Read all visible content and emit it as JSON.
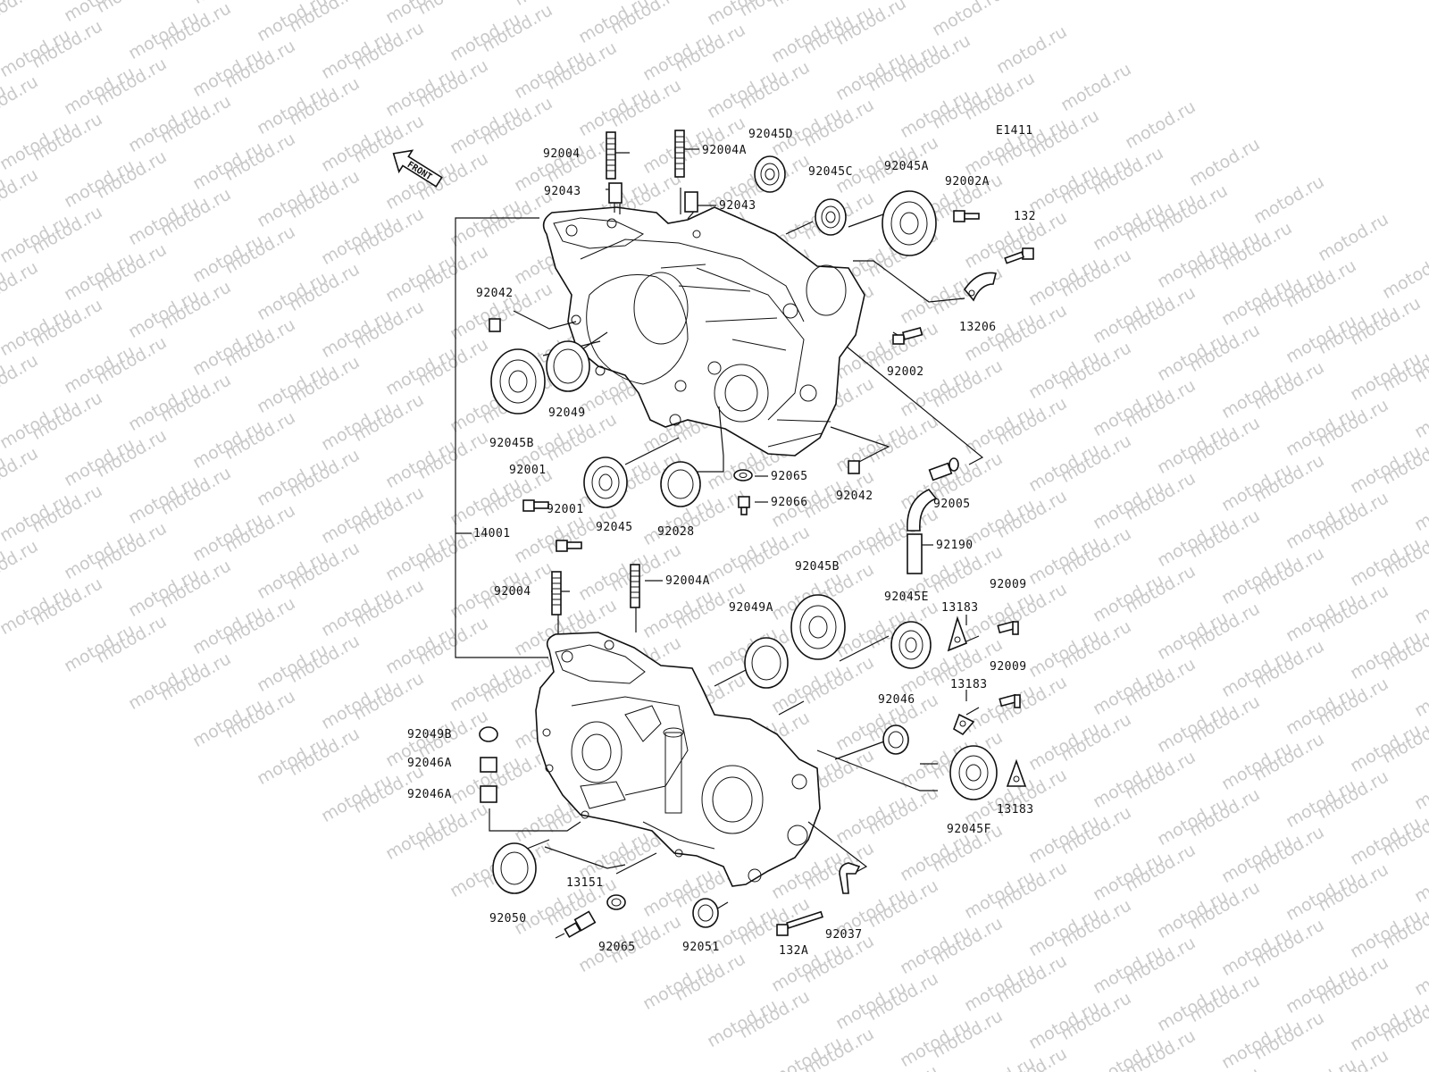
{
  "diagram": {
    "code": "E1411",
    "front_label": "FRONT",
    "watermark": "motod.ru",
    "parts": {
      "p92004_top": "92004",
      "p92004A_top": "92004A",
      "p92045D": "92045D",
      "p92043_left": "92043",
      "p92043_right": "92043",
      "p92045C": "92045C",
      "p92045A": "92045A",
      "p92002A": "92002A",
      "p132": "132",
      "p92042_top": "92042",
      "p13206": "13206",
      "p92002": "92002",
      "p92049": "92049",
      "p92045B_top": "92045B",
      "p92001_a": "92001",
      "p92001_b": "92001",
      "p92045": "92045",
      "p92028": "92028",
      "p92065_top": "92065",
      "p92066": "92066",
      "p92042_mid": "92042",
      "p92005": "92005",
      "p14001": "14001",
      "p92190": "92190",
      "p92004_bot": "92004",
      "p92004A_bot": "92004A",
      "p92045B_bot": "92045B",
      "p92049A": "92049A",
      "p92045E": "92045E",
      "p13183_a": "13183",
      "p92009_a": "92009",
      "p92009_b": "92009",
      "p13183_b": "13183",
      "p92046": "92046",
      "p92049B": "92049B",
      "p92046A_a": "92046A",
      "p92046A_b": "92046A",
      "p92045F": "92045F",
      "p13183_c": "13183",
      "p92050": "92050",
      "p13151": "13151",
      "p92065_bot": "92065",
      "p92051": "92051",
      "p132A": "132A",
      "p92037": "92037"
    }
  }
}
